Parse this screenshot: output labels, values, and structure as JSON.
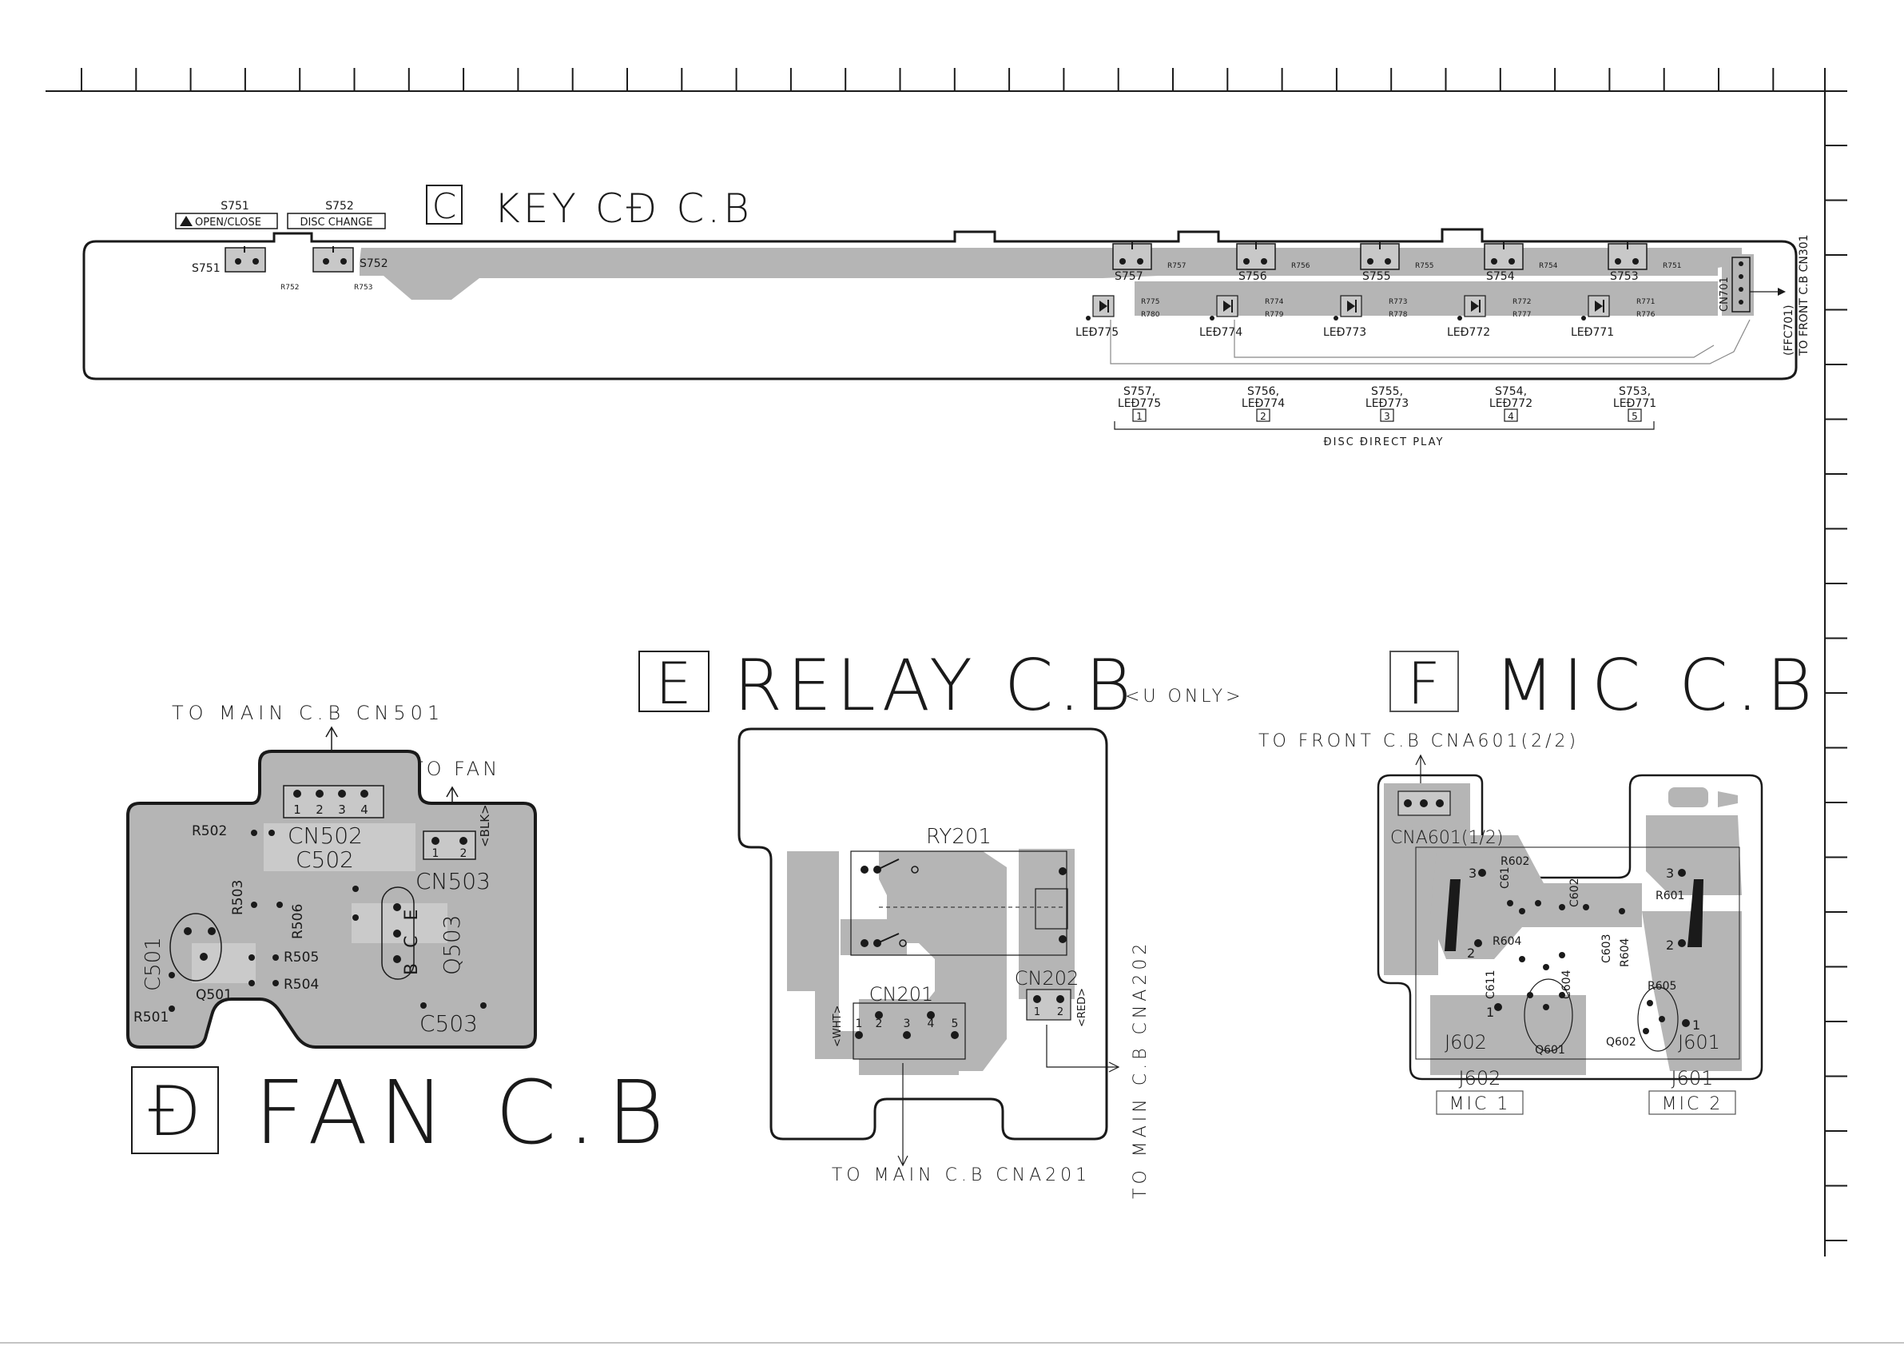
{
  "key_board": {
    "letter": "C",
    "title": "KEY CĐ C.B",
    "label_s751": "S751",
    "label_s752": "S752",
    "open_close": "OPEN/CLOSE",
    "disc_change": "DISC CHANGE",
    "to_front": "TO FRONT C.B CN301",
    "ffc": "(FFC701)",
    "cn701": "CN701",
    "resistors": [
      "R752",
      "R753",
      "R757",
      "R756",
      "R755",
      "R754",
      "R751",
      "R775",
      "R780",
      "R774",
      "R779",
      "R773",
      "R778",
      "R772",
      "R777",
      "R771",
      "R776"
    ],
    "switches": [
      "S757",
      "S756",
      "S755",
      "S754",
      "S753"
    ],
    "leds": [
      "LEĐ775",
      "LEĐ774",
      "LEĐ773",
      "LEĐ772",
      "LEĐ771"
    ],
    "direct_switch": [
      "S757,",
      "S756,",
      "S755,",
      "S754,",
      "S753,"
    ],
    "direct_led": [
      "LEĐ775",
      "LEĐ774",
      "LEĐ773",
      "LEĐ772",
      "LEĐ771"
    ],
    "direct_num": [
      "1",
      "2",
      "3",
      "4",
      "5"
    ],
    "disc_direct": "ĐISC ĐIRECT PLAY"
  },
  "fan_board": {
    "letter": "Đ",
    "title": "FAN C.B",
    "to_main": "TO MAIN C.B CN501",
    "to_fan": "TO FAN",
    "cn502": "CN502",
    "cn503": "CN503",
    "c502": "C502",
    "c503": "C503",
    "c501": "C501",
    "q503": "Q503",
    "q501": "Q501",
    "bce": "B C E",
    "blk": "<BLK>",
    "resistors": [
      "R502",
      "R503",
      "R506",
      "R505",
      "R504",
      "R501"
    ],
    "pins4": [
      "1",
      "2",
      "3",
      "4"
    ],
    "pins2": [
      "1",
      "2"
    ]
  },
  "relay_board": {
    "letter": "E",
    "title": "RELAY C.B",
    "note": "<U ONLY>",
    "ry201": "RY201",
    "cn201": "CN201",
    "cn202": "CN202",
    "wht": "<WHT>",
    "red": "<RED>",
    "to_main_a201": "TO MAIN C.B CNA201",
    "to_main_a202": "TO MAIN C.B CNA202",
    "pins5": [
      "1",
      "2",
      "3",
      "4",
      "5"
    ],
    "pins2": [
      "1",
      "2"
    ]
  },
  "mic_board": {
    "letter": "F",
    "title": "MIC C.B",
    "to_front": "TO FRONT C.B CNA601(2/2)",
    "cna601": "CNA601(1/2)",
    "j602": "J602",
    "j601": "J601",
    "mic1": "MIC 1",
    "mic2": "MIC 2",
    "q601": "Q601",
    "q602": "Q602",
    "parts": [
      "R602",
      "C602",
      "R601",
      "R604",
      "C603",
      "R604",
      "C611",
      "C604",
      "R605",
      "C61"
    ],
    "pin_labels": [
      "3",
      "2",
      "1",
      "3",
      "2",
      "1"
    ]
  }
}
